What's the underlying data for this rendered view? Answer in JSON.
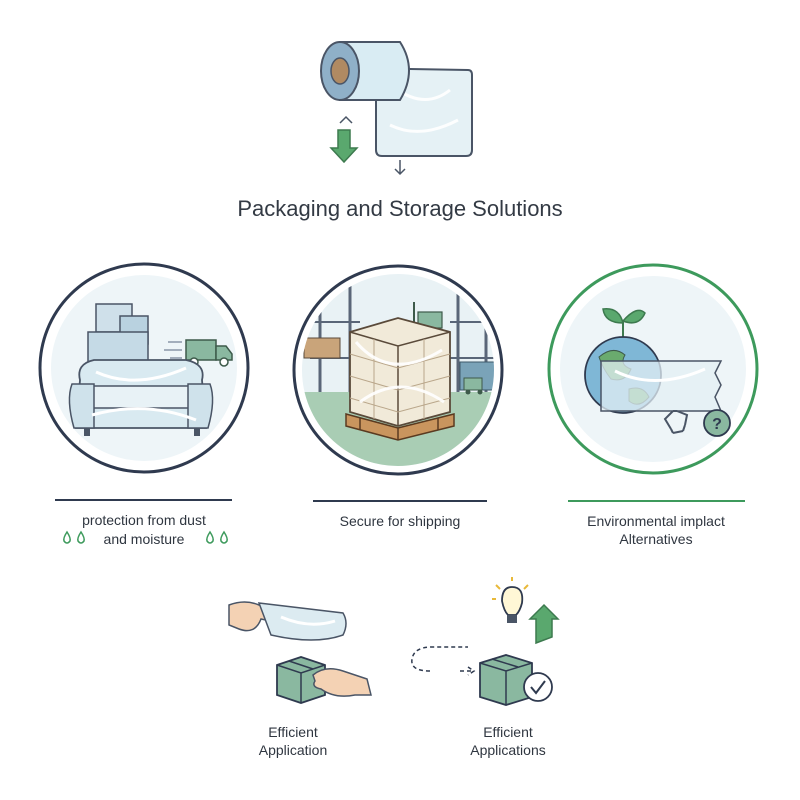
{
  "title": "Packaging and Storage Solutions",
  "panels": [
    {
      "caption_line1": "protection from dust",
      "caption_line2": "and moisture"
    },
    {
      "caption_line1": "Secure for shipping",
      "caption_line2": ""
    },
    {
      "caption_line1": "Environmental implact",
      "caption_line2": "Alternatives"
    }
  ],
  "bottom": [
    {
      "line1": "Efficient",
      "line2": "Application"
    },
    {
      "line1": "Efficient",
      "line2": "Applications"
    }
  ],
  "colors": {
    "navy": "#2f3a4f",
    "green": "#3d9a5c",
    "film": "#dcebf1",
    "box": "#8ab8a0"
  },
  "icons": [
    "film-roll-icon",
    "down-arrow-icon",
    "sofa-icon",
    "delivery-truck-icon",
    "pallet-icon",
    "forklift-icon",
    "globe-icon",
    "plant-icon",
    "recycle-icon",
    "question-icon",
    "hand-icon",
    "lightbulb-icon",
    "checkmark-icon",
    "water-drop-icon"
  ]
}
